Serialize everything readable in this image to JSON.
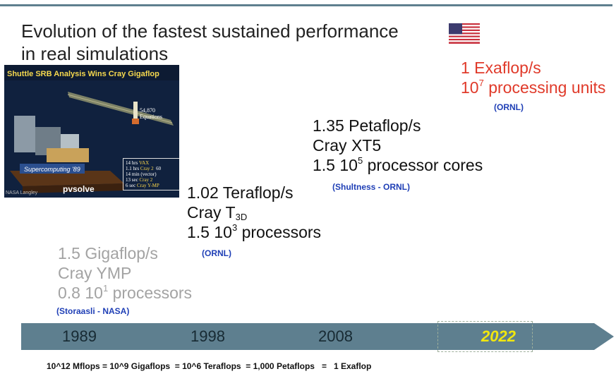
{
  "title": {
    "line1": "Evolution of the fastest sustained performance",
    "line2": "in real simulations"
  },
  "photo": {
    "banner": "Shuttle SRB Analysis Wins Cray Gigaflop Award",
    "plaque": "Supercomputing '89",
    "label": "pvsolve",
    "credit": "NASA Langley",
    "equations_count": "54,870",
    "equations_label": "Equations",
    "times": [
      {
        "t": "14 hrs",
        "m": "VAX"
      },
      {
        "t": "1.1 hrs",
        "m": "Cray 2"
      },
      {
        "t": "14 min",
        "m": "(vector)"
      },
      {
        "t": "13 sec",
        "m": "Cray 2"
      },
      {
        "t": "6 sec",
        "m": "Cray Y-MP"
      }
    ],
    "speedup": "60"
  },
  "eras": {
    "e1989": {
      "perf": "1.5 Gigaflop/s",
      "machine": "Cray YMP",
      "units_base": "0.8 10",
      "units_exp": "1",
      "units_tail": " processors",
      "source": "(Storaasli - NASA)"
    },
    "e1998": {
      "perf": "1.02 Teraflop/s",
      "machine_base": "Cray T",
      "machine_sub": "3D",
      "units_base": "1.5 10",
      "units_exp": "3",
      "units_tail": " processors",
      "source": "(ORNL)"
    },
    "e2008": {
      "perf": "1.35 Petaflop/s",
      "machine": "Cray XT5",
      "units_base": "1.5 10",
      "units_exp": "5",
      "units_tail": " processor cores",
      "source": "(Shultness - ORNL)"
    },
    "e2022": {
      "perf": "1 Exaflop/s",
      "units_base": "10",
      "units_exp": "7",
      "units_tail": " processing units",
      "source": "(ORNL)"
    }
  },
  "timeline": {
    "years": [
      "1989",
      "1998",
      "2008",
      "2022"
    ],
    "bar_color": "#5e7f8f",
    "highlight_color": "#f2e70e"
  },
  "footer": "10^12 Mflops = 10^9 Gigaflops  = 10^6 Teraflops  = 1,000 Petaflops   =   1 Exaflop",
  "colors": {
    "exa_red": "#e03a2a",
    "source_blue": "#1f3fb6",
    "old_gray": "#a3a3a3"
  }
}
